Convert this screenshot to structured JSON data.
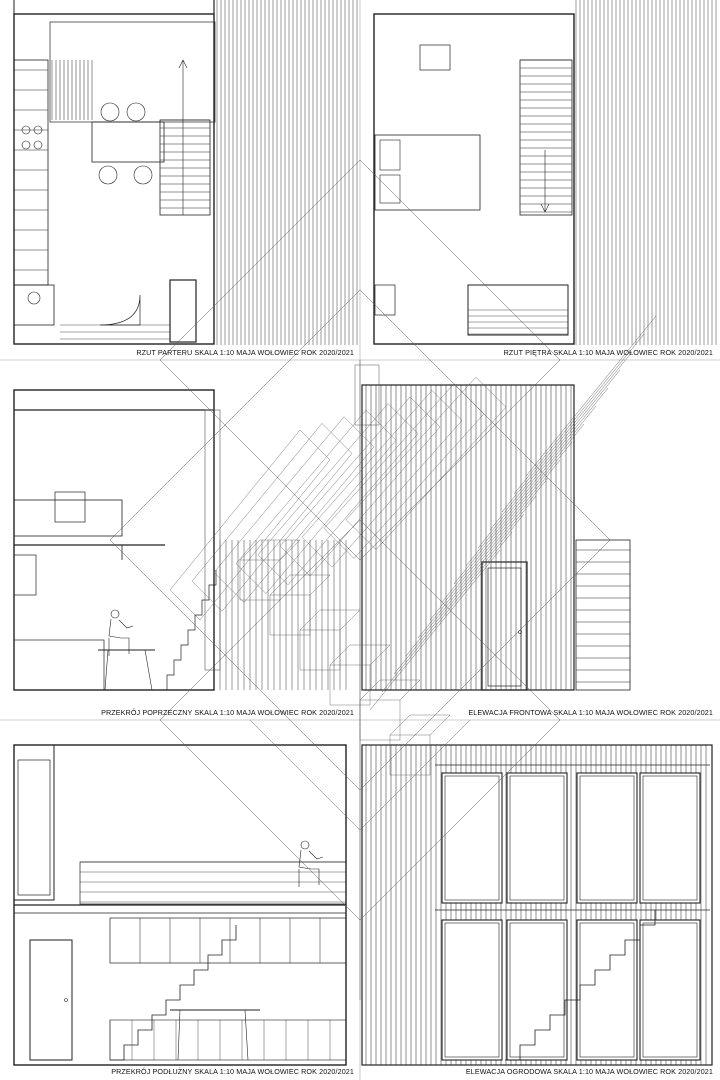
{
  "sheet": {
    "captions": {
      "rzut_parteru": "RZUT PARTERU SKALA 1:10 MAJA WOŁOWIEC ROK 2020/2021",
      "rzut_pietra": "RZUT PIĘTRA SKALA 1:10 MAJA WOŁOWIEC ROK 2020/2021",
      "przekroj_poprzeczny": "PRZEKRÓJ POPRZECZNY SKALA 1:10 MAJA WOŁOWIEC ROK 2020/2021",
      "elewacja_frontowa": "ELEWACJA FRONTOWA SKALA 1:10 MAJA WOŁOWIEC ROK 2020/2021",
      "przekroj_podluzny": "PRZEKRÓJ PODŁUŻNY SKALA 1:10 MAJA WOŁOWIEC ROK 2020/2021",
      "elewacja_ogrodowa": "ELEWACJA OGRODOWA SKALA 1:10 MAJA WOŁOWIEC ROK 2020/2021"
    },
    "colors": {
      "line": "#1a1a1a",
      "light_line": "#9a9a9a",
      "background": "#ffffff"
    }
  }
}
